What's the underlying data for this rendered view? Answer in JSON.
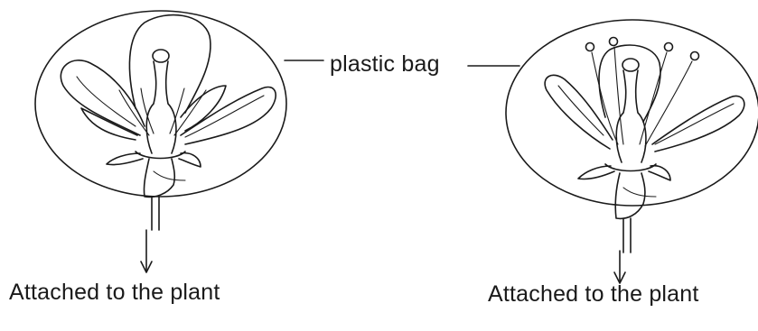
{
  "labels": {
    "plastic_bag": "plastic bag",
    "left_attached": "Attached to the plant",
    "right_attached": "Attached to the plant"
  },
  "colors": {
    "ink": "#1a1a1a",
    "background": "#ffffff"
  }
}
